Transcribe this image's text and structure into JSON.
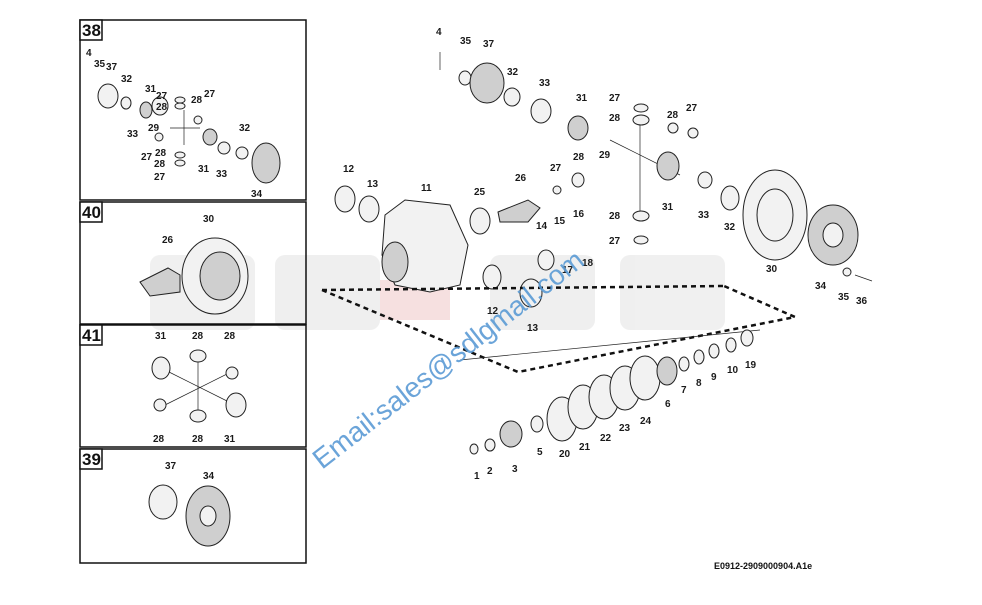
{
  "watermark": {
    "brand": "SDLG",
    "email": "Email:sales@sdlgmail.com"
  },
  "diagram_code": "E0912-2909000904.A1e",
  "insets": [
    {
      "box_number": "38",
      "labels": [
        "4",
        "35",
        "37",
        "32",
        "33",
        "31",
        "27",
        "28",
        "29",
        "28",
        "27",
        "28",
        "27",
        "28",
        "27",
        "31",
        "33",
        "32",
        "34"
      ]
    },
    {
      "box_number": "40",
      "labels": [
        "26",
        "30"
      ]
    },
    {
      "box_number": "41",
      "labels": [
        "31",
        "28",
        "28",
        "28",
        "28",
        "31"
      ]
    },
    {
      "box_number": "39",
      "labels": [
        "37",
        "34"
      ]
    }
  ],
  "main_labels": [
    "4",
    "35",
    "37",
    "32",
    "33",
    "31",
    "27",
    "28",
    "28",
    "27",
    "29",
    "27",
    "28",
    "12",
    "13",
    "11",
    "25",
    "26",
    "14",
    "15",
    "16",
    "17",
    "18",
    "12",
    "13",
    "31",
    "33",
    "32",
    "30",
    "34",
    "35",
    "36",
    "28",
    "27",
    "1",
    "2",
    "3",
    "5",
    "20",
    "21",
    "22",
    "23",
    "24",
    "6",
    "7",
    "8",
    "9",
    "10",
    "19"
  ]
}
